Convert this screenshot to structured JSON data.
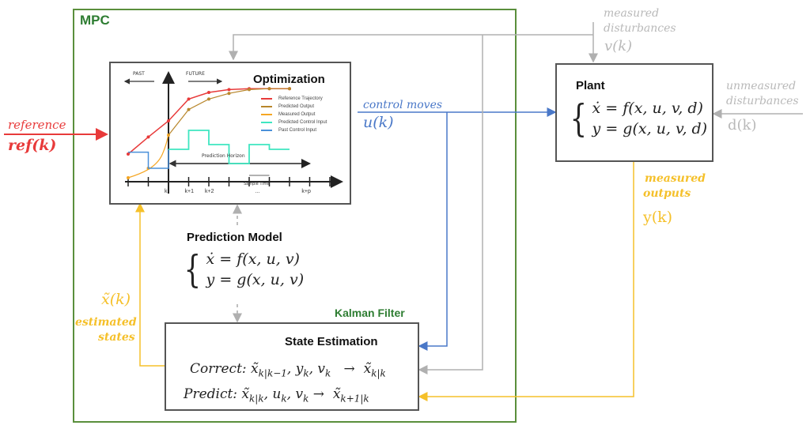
{
  "colors": {
    "mpc_green": "#5a8f3c",
    "mpc_label": "#2e7d32",
    "reference_red": "#e83a3a",
    "control_blue": "#4a78c8",
    "disturbance_gray": "#b9b9b9",
    "output_yellow": "#f5c02a",
    "box_border": "#555555"
  },
  "mpc": {
    "title": "MPC"
  },
  "optimization": {
    "title": "Optimization",
    "past_label": "PAST",
    "future_label": "FUTURE",
    "prediction_horizon_label": "Prediction Horizon",
    "sample_time_label": "Sample Time",
    "ticks": [
      "k",
      "k+1",
      "k+2",
      "...",
      "k+p"
    ],
    "legend": [
      {
        "name": "Reference Trajectory",
        "color": "#e83a3a"
      },
      {
        "name": "Predicted Output",
        "color": "#b8862b"
      },
      {
        "name": "Measured Output",
        "color": "#f5a623"
      },
      {
        "name": "Predicted Control Input",
        "color": "#3ee6c1"
      },
      {
        "name": "Past Control Input",
        "color": "#4a90d9"
      }
    ]
  },
  "reference": {
    "label": "reference",
    "symbol": "ref(k)"
  },
  "control": {
    "label": "control moves",
    "symbol": "u(k)"
  },
  "measured_disturbances": {
    "label_line1": "measured",
    "label_line2": "disturbances",
    "symbol": "v(k)"
  },
  "unmeasured_disturbances": {
    "label_line1": "unmeasured",
    "label_line2": "disturbances",
    "symbol": "d(k)"
  },
  "plant": {
    "title": "Plant",
    "eq1": "ẋ = f(x, u, v, d)",
    "eq2": "y = g(x, u, v, d)"
  },
  "measured_outputs": {
    "label_line1": "measured",
    "label_line2": "outputs",
    "symbol": "y(k)"
  },
  "prediction_model": {
    "title": "Prediction Model",
    "eq1": "ẋ = f(x, u, v)",
    "eq2": "y = g(x, u, v)"
  },
  "estimated_states": {
    "symbol": "x̃(k)",
    "label_line1": "estimated",
    "label_line2": "states"
  },
  "kalman": {
    "title": "Kalman Filter",
    "box_title": "State Estimation",
    "correct_label": "Correct:",
    "predict_label": "Predict:"
  }
}
